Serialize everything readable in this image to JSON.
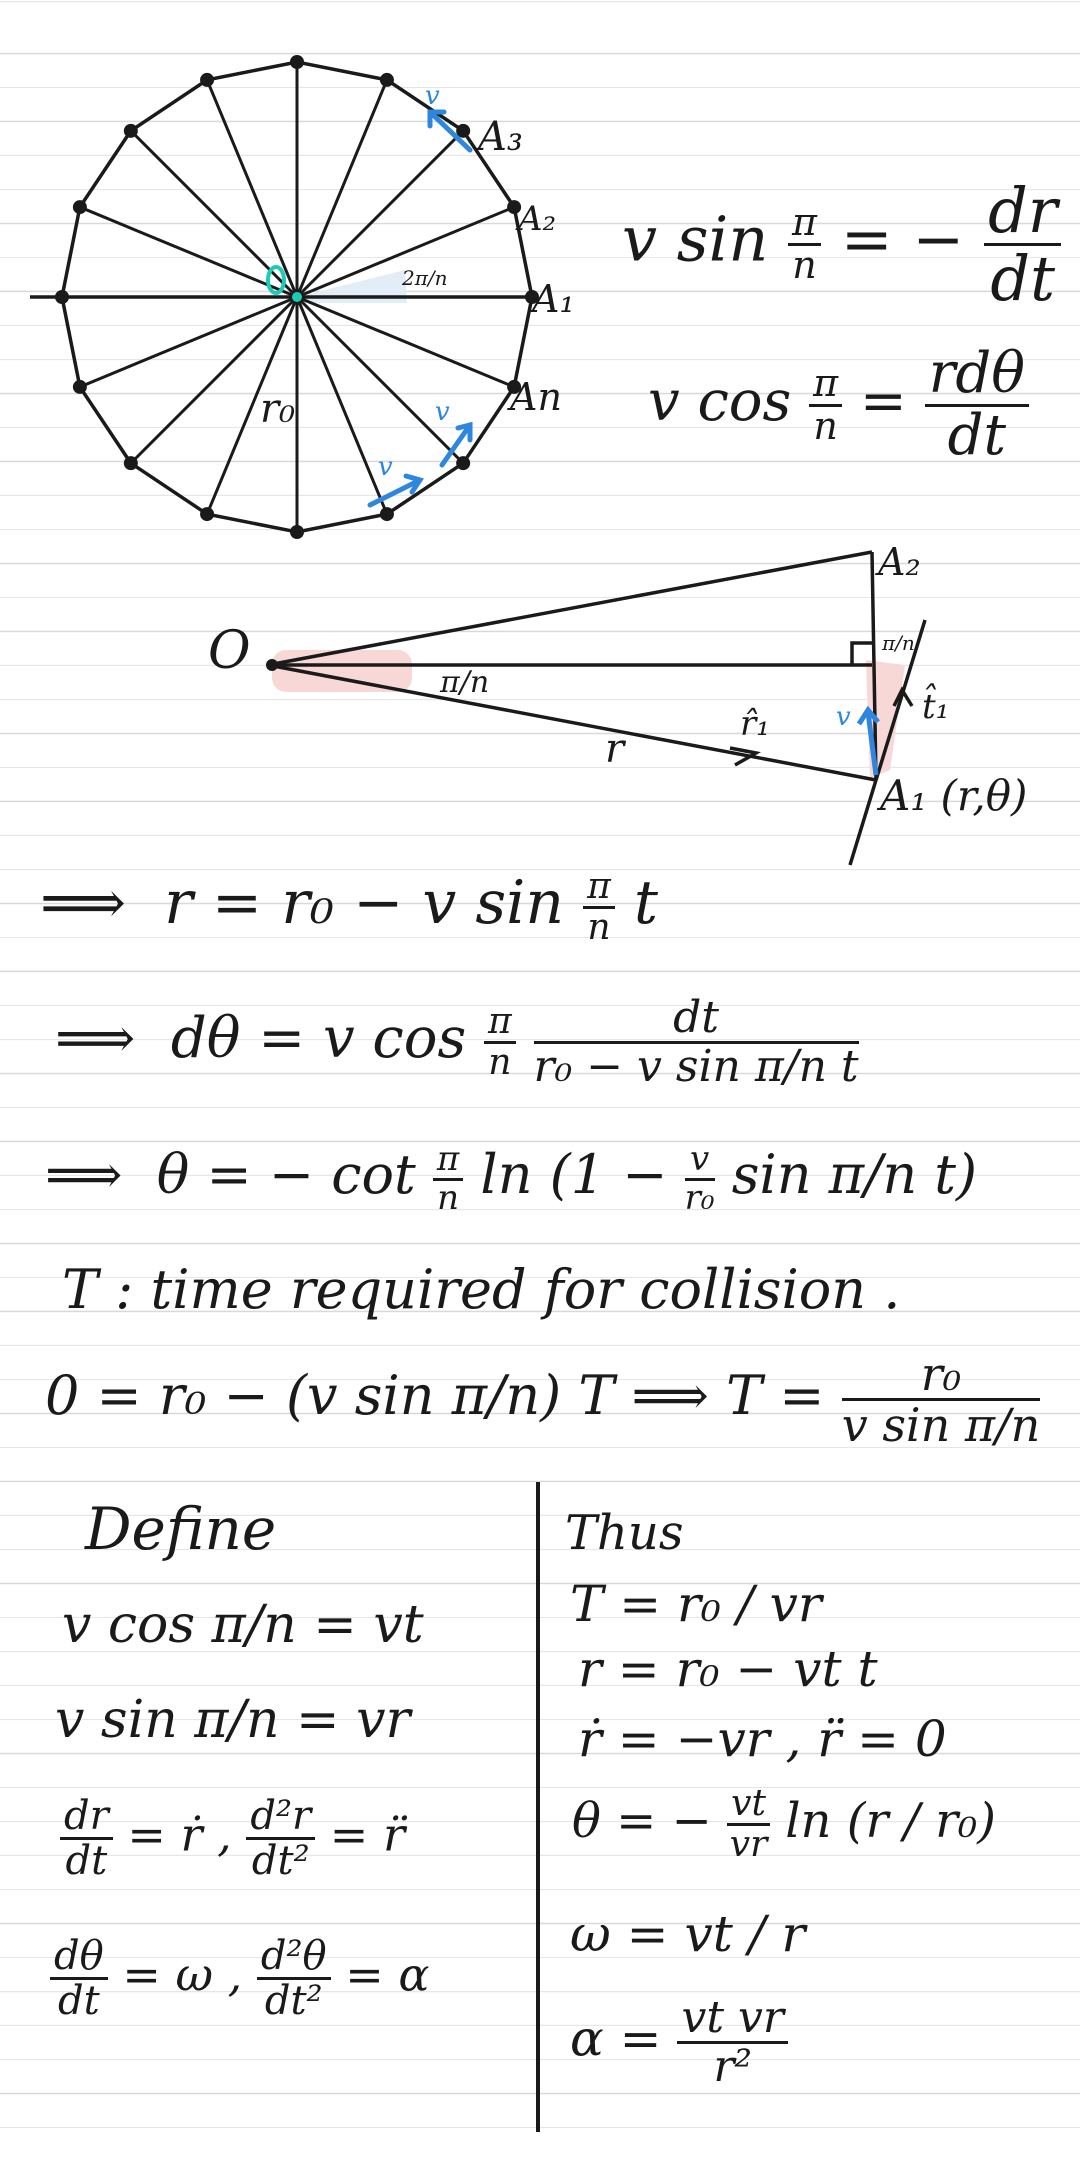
{
  "diagram1": {
    "labels": {
      "A3": "A₃",
      "A2": "A₂",
      "A1": "A₁",
      "An": "An",
      "r0": "r₀",
      "O": "O",
      "angle": "2π/n",
      "v": "v"
    }
  },
  "diagram2": {
    "labels": {
      "O": "O",
      "A2": "A₂",
      "A1": "A₁ (r,θ)",
      "angle1": "π/n",
      "angle2": "π/n",
      "r": "r",
      "r_hat": "r̂₁",
      "t_hat": "t̂₁",
      "v": "v"
    }
  },
  "eq1": {
    "lhs": "v sin",
    "pi": "π",
    "n": "n",
    "rhs": "= −",
    "num": "dr",
    "den": "dt"
  },
  "eq2": {
    "lhs": "v cos",
    "pi": "π",
    "n": "n",
    "rhs": "=",
    "num": "rdθ",
    "den": "dt"
  },
  "line1": {
    "arrow": "⟹",
    "text_a": "r = r₀ − v sin",
    "pi": "π",
    "n": "n",
    "text_b": "t"
  },
  "line2": {
    "arrow": "⟹",
    "text_a": "dθ = v cos",
    "pi": "π",
    "n": "n",
    "num": "dt",
    "den": "r₀ − v sin π/n t"
  },
  "line3": {
    "arrow": "⟹",
    "text_a": "θ = − cot",
    "pi": "π",
    "n": "n",
    "text_b": "ln (1 −",
    "v": "v",
    "r0": "r₀",
    "text_c": "sin π/n t)"
  },
  "line4": {
    "text": "T : time required for collision ."
  },
  "line5": {
    "text_a": "0 = r₀ − (v sin π/n) T  ⟹  T =",
    "num": "r₀",
    "den": "v sin π/n"
  },
  "define": {
    "title": "Define",
    "l1a": "v cos π/n",
    "l1b": "= vt",
    "l2a": "v sin π/n",
    "l2b": "= vr",
    "l3a_num": "dr",
    "l3a_den": "dt",
    "l3b": "= ṙ ,",
    "l3c_num": "d²r",
    "l3c_den": "dt²",
    "l3d": "= r̈",
    "l4a_num": "dθ",
    "l4a_den": "dt",
    "l4b": "= ω ,",
    "l4c_num": "d²θ",
    "l4c_den": "dt²",
    "l4d": "= α"
  },
  "thus": {
    "title": "Thus",
    "l1": "T = r₀ / vr",
    "l2": "r = r₀ − vt t",
    "l3": "ṙ = −vr ,  r̈ = 0",
    "l4a": "θ = −",
    "l4_num": "vt",
    "l4_den": "vr",
    "l4b": "ln (r / r₀)",
    "l5": "ω = vt / r",
    "l6a": "α =",
    "l6_num": "vt vr",
    "l6_den": "r²"
  },
  "colors": {
    "ink": "#1a1a1a",
    "blue": "#2e86de",
    "teal": "#1ec9b5",
    "pink": "#f8d7d7",
    "lightblue": "#e3edf8",
    "rule": "#d9d9dd"
  }
}
